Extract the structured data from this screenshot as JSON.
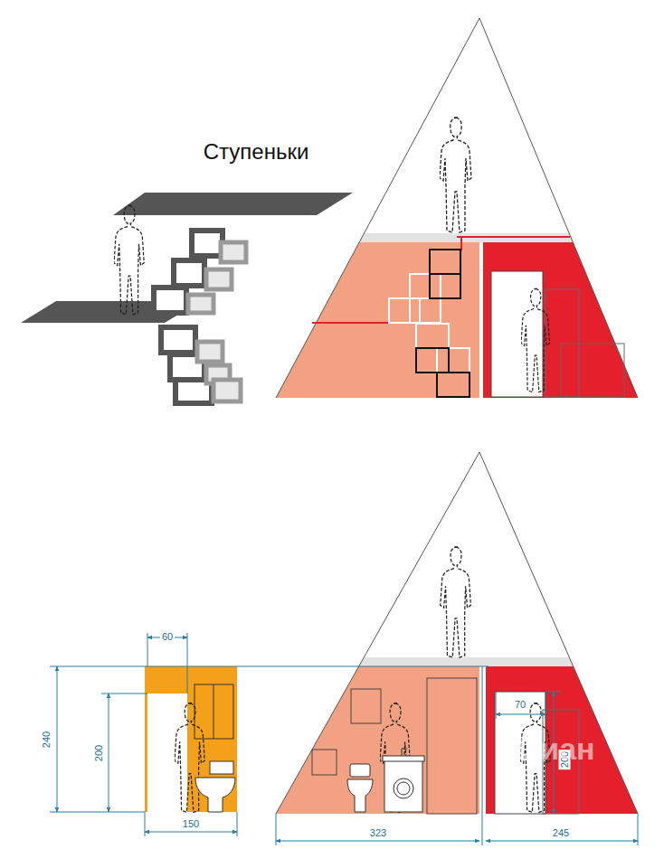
{
  "diagram": {
    "title": "Ступеньки",
    "labels": [
      "60",
      "240",
      "200",
      "150",
      "323",
      "245",
      "70",
      "200",
      "Циан"
    ]
  }
}
